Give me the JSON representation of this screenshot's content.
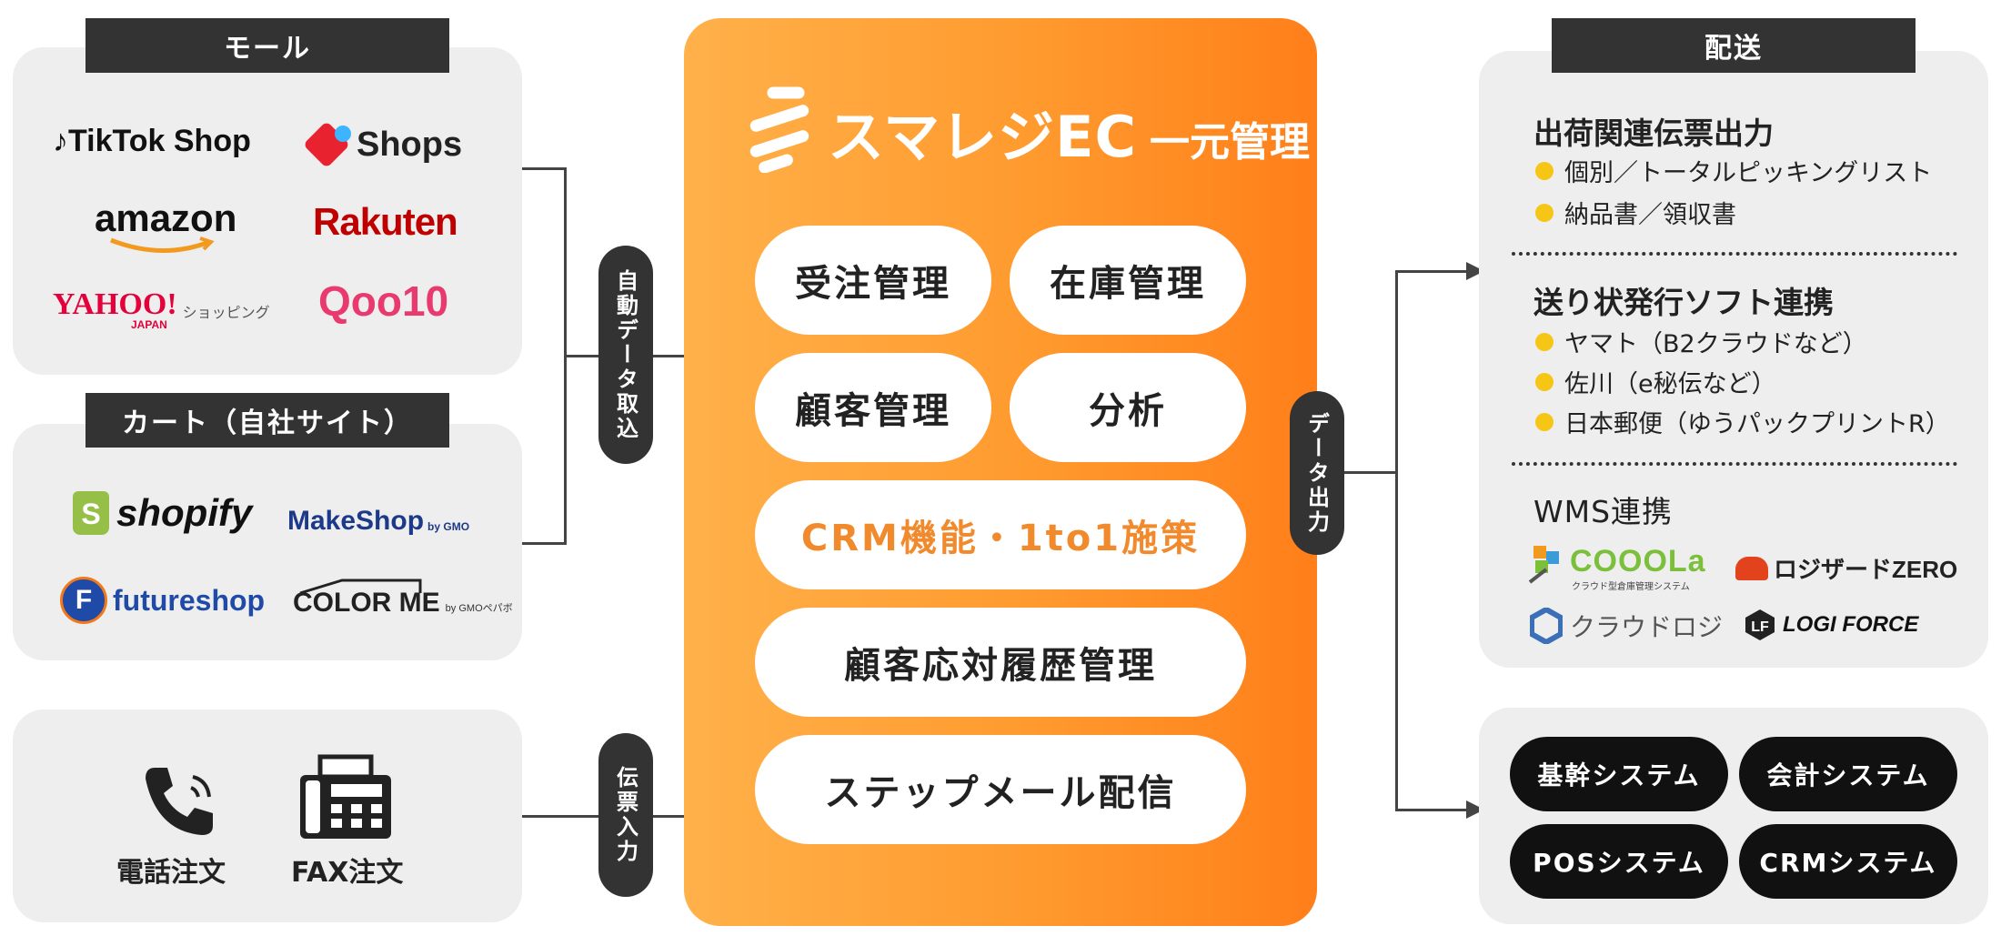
{
  "mall": {
    "tag": "モール",
    "logos": {
      "tiktok": "TikTok Shop",
      "shops": "Shops",
      "amazon": "amazon",
      "rakuten": "Rakuten",
      "yahoo": "YAHOO!",
      "yahoo_sub": "JAPAN",
      "yahoo_shopping": "ショッピング",
      "qoo10": "Qoo10"
    }
  },
  "cart": {
    "tag": "カート（自社サイト）",
    "logos": {
      "shopify": "shopify",
      "makeshop": "MakeShop",
      "makeshop_sub": "by GMO",
      "futureshop": "futureshop",
      "colorme": "COLOR ME",
      "colorme_sub": "by GMOペパボ"
    }
  },
  "manual": {
    "phone_label": "電話注文",
    "fax_label": "FAX注文"
  },
  "connectors": {
    "auto_import": "自動データ取込",
    "slip_input": "伝票入力",
    "data_output": "データ出力"
  },
  "center": {
    "brand": "スマレジEC",
    "brand_suffix": "一元管理",
    "features": {
      "order": "受注管理",
      "stock": "在庫管理",
      "customer": "顧客管理",
      "analysis": "分析",
      "crm": "CRM機能・1to1施策",
      "history": "顧客応対履歴管理",
      "stepmail": "ステップメール配信"
    }
  },
  "shipping": {
    "tag": "配送",
    "sections": [
      {
        "title": "出荷関連伝票出力",
        "items": [
          "個別／トータルピッキングリスト",
          "納品書／領収書"
        ]
      },
      {
        "title": "送り状発行ソフト連携",
        "items": [
          "ヤマト（B2クラウドなど）",
          "佐川（e秘伝など）",
          "日本郵便（ゆうパックプリントR）"
        ]
      }
    ],
    "wms": {
      "title": "WMS連携",
      "logos": {
        "cooola": "COOOLa",
        "cooola_sub": "クラウド型倉庫管理システム",
        "logizard": "ロジザードZERO",
        "cloudlogi": "クラウドロジ",
        "logiforce": "LOGI FORCE"
      }
    }
  },
  "systems": [
    "基幹システム",
    "会計システム",
    "POSシステム",
    "CRMシステム"
  ],
  "colors": {
    "accent_orange": "#ff8a24",
    "panel_gray": "#eeeeee",
    "dark": "#333333",
    "bullet_yellow": "#f6c617",
    "crm_text": "#f08a2c"
  }
}
